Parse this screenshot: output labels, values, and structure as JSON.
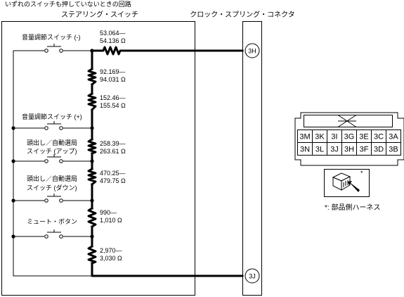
{
  "header": {
    "condition": "いずれのスイッチも押していないときの回路"
  },
  "steering_switch": {
    "title": "ステアリング・スイッチ",
    "switches": {
      "vol_down": "音量調節スイッチ (-)",
      "vol_up": "音量調節スイッチ (+)",
      "seek_up_1": "頭出し／自動選局",
      "seek_up_2": "スイッチ (アップ)",
      "seek_down_1": "頭出し／自動選局",
      "seek_down_2": "スイッチ (ダウン)",
      "mute": "ミュート・ボタン"
    },
    "resistors": {
      "r1_1": "53.064—",
      "r1_2": "54.136 Ω",
      "r2_1": "92.169—",
      "r2_2": "94.031 Ω",
      "r3_1": "152.46—",
      "r3_2": "155.54 Ω",
      "r4_1": "258.39—",
      "r4_2": "263.61 Ω",
      "r5_1": "470.25—",
      "r5_2": "479.75 Ω",
      "r6_1": "990—",
      "r6_2": "1,010 Ω",
      "r7_1": "2,970—",
      "r7_2": "3,030 Ω"
    }
  },
  "clock_spring": {
    "title": "クロック・スプリング・コネクタ",
    "pin_top": "3H",
    "pin_bottom": "3J"
  },
  "connector": {
    "row1": [
      "3M",
      "3K",
      "3I",
      "3G",
      "3E",
      "3C",
      "3A"
    ],
    "row2": [
      "3N",
      "3L",
      "3J",
      "3H",
      "3F",
      "3D",
      "3B"
    ],
    "note": "*: 部品側ハーネス",
    "star": "*"
  }
}
